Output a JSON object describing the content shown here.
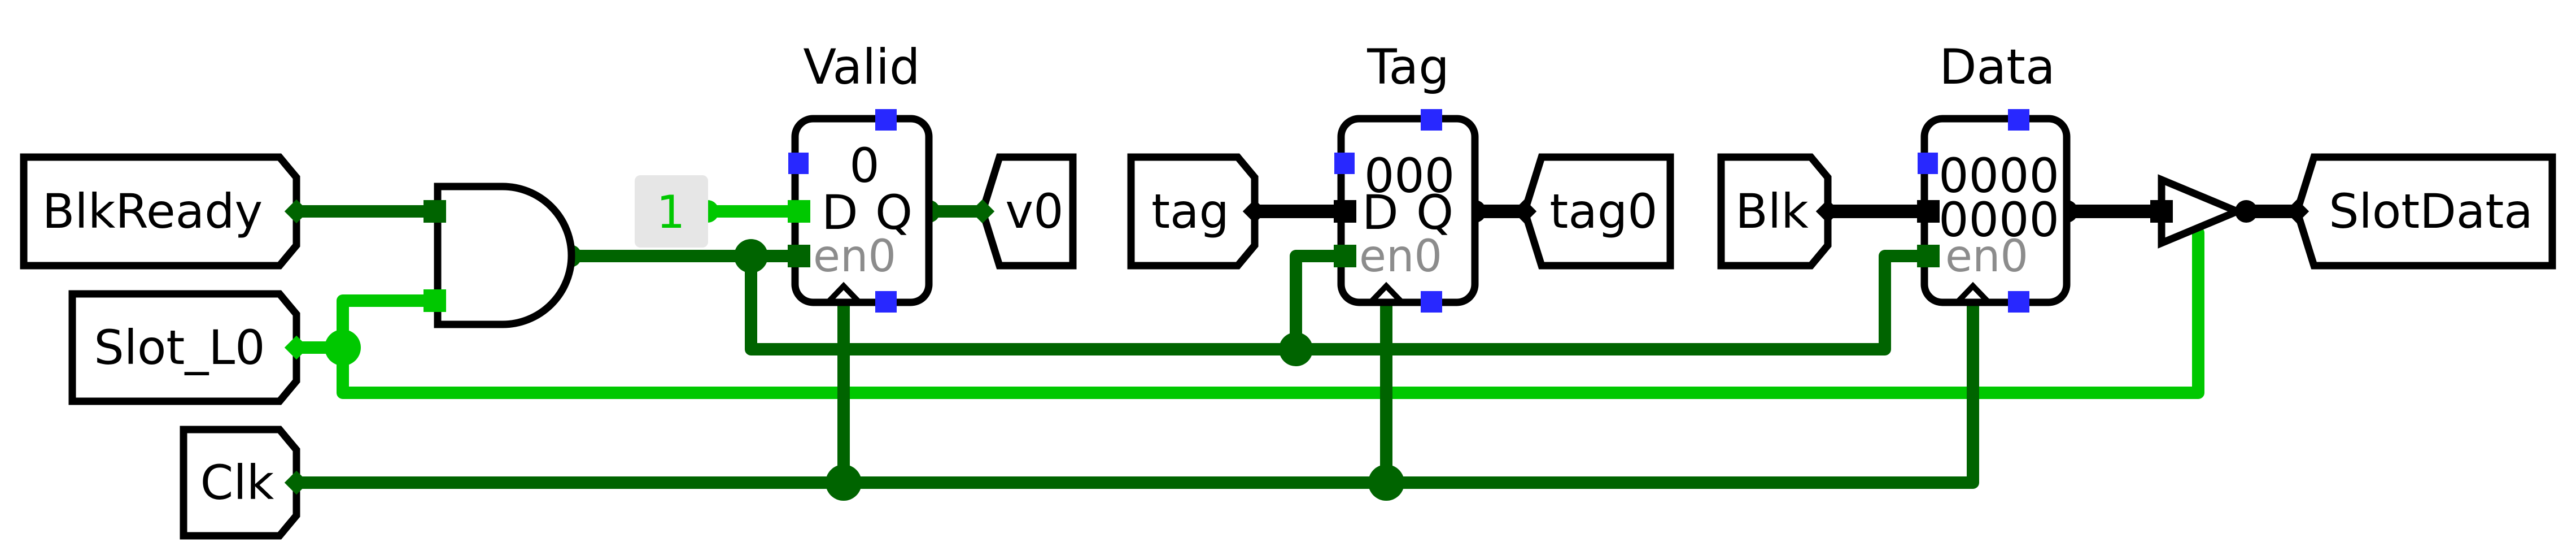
{
  "pins": {
    "blkready": "BlkReady",
    "slot_l0": "Slot_L0",
    "clk": "Clk",
    "tag_in": "tag",
    "blk_in": "Blk",
    "v0": "v0",
    "tag0": "tag0",
    "slotdata": "SlotData"
  },
  "constant": {
    "value": "1"
  },
  "registers": [
    {
      "title": "Valid",
      "value": "0",
      "d_label": "D",
      "q_label": "Q",
      "en_label": "en0"
    },
    {
      "title": "Tag",
      "value": "000",
      "d_label": "D",
      "q_label": "Q",
      "en_label": "en0"
    },
    {
      "title": "Data",
      "value_line1": "0000",
      "value_line2": "0000",
      "en_label": "en0"
    }
  ],
  "colors": {
    "wire_bit_one": "#00c800",
    "wire_bit_dark": "#006400",
    "wire_bus": "#000000",
    "port_marker": "#2828ff",
    "const_bg": "#e6e6e6"
  }
}
